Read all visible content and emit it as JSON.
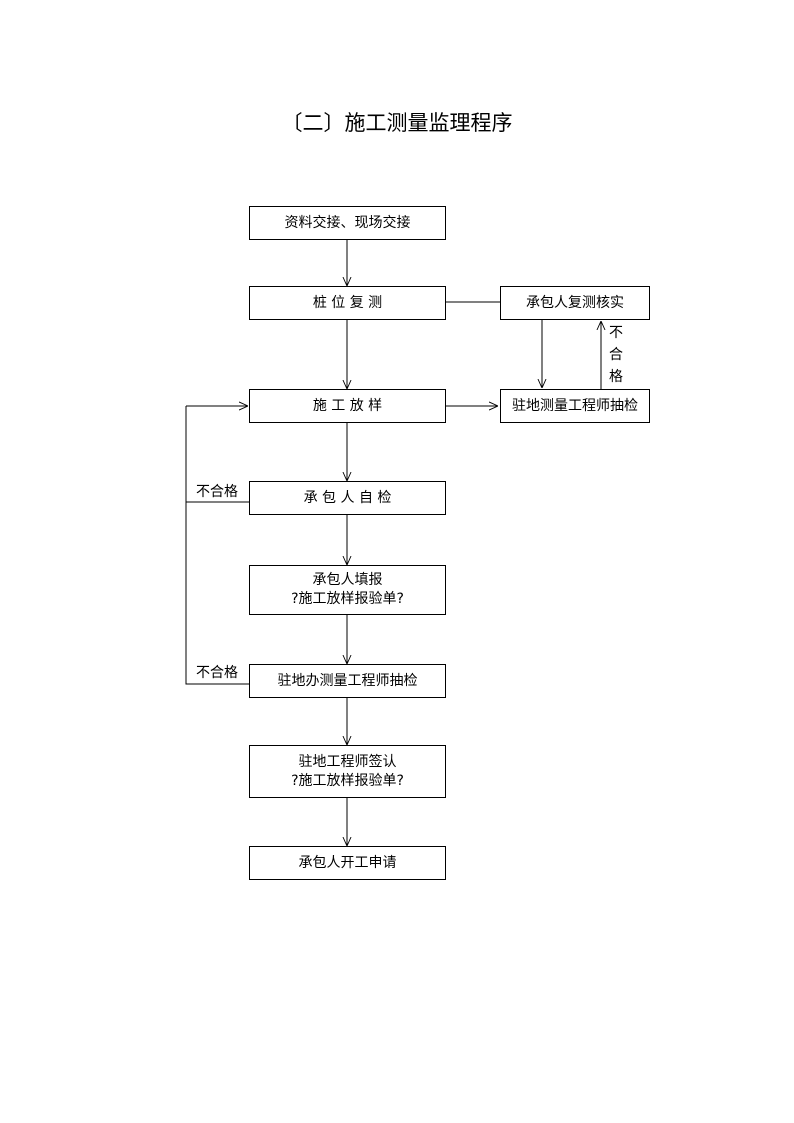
{
  "title": "〔二〕施工测量监理程序",
  "boxes": {
    "data_handover": {
      "line1": "资料交接、现场交接"
    },
    "pile_recheck": {
      "line1": "桩 位 复 测"
    },
    "contractor_recheck": {
      "line1": "承包人复测核实"
    },
    "construction_layout": {
      "line1": "施 工 放 样"
    },
    "engineer_spot_check_right": {
      "line1": "驻地测量工程师抽检"
    },
    "contractor_self_check": {
      "line1": "承 包 人 自 检"
    },
    "contractor_fill_report": {
      "line1": "承包人填报",
      "line2": "?施工放样报验单?"
    },
    "office_engineer_spot_check": {
      "line1": "驻地办测量工程师抽检"
    },
    "engineer_sign": {
      "line1": "驻地工程师签认",
      "line2": "?施工放样报验单?"
    },
    "start_application": {
      "line1": "承包人开工申请"
    }
  },
  "labels": {
    "fail_right_vertical": [
      "不",
      "合",
      "格"
    ],
    "fail_left_upper": "不合格",
    "fail_left_lower": "不合格"
  }
}
